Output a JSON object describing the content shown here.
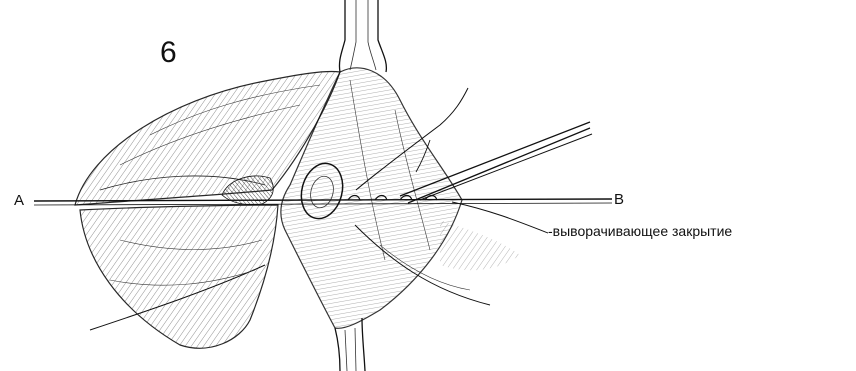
{
  "figure": {
    "panel_label": "6",
    "point_a": "A",
    "point_b": "B",
    "caption": "-выворачивающее закрытие"
  },
  "colors": {
    "ink": "#111111",
    "background": "#ffffff"
  }
}
